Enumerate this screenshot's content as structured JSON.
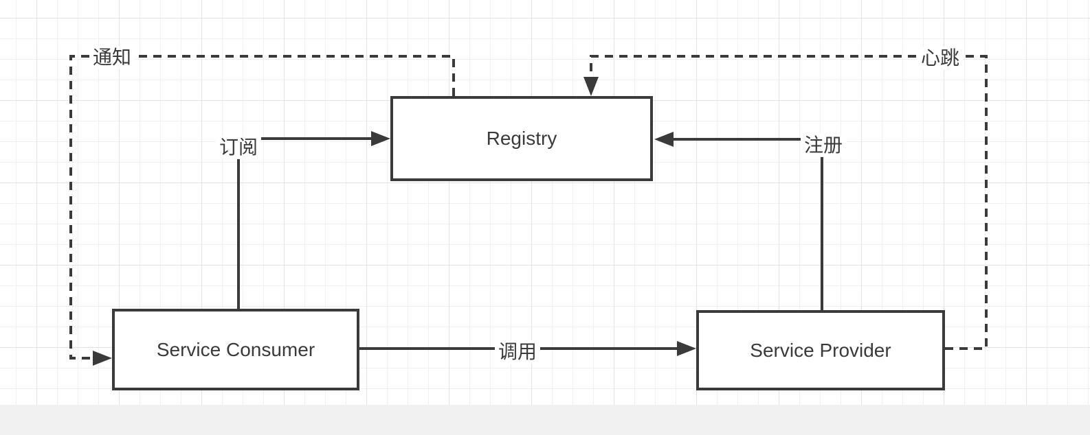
{
  "diagram": {
    "nodes": [
      {
        "id": "registry",
        "label": "Registry"
      },
      {
        "id": "service-consumer",
        "label": "Service Consumer"
      },
      {
        "id": "service-provider",
        "label": "Service Provider"
      }
    ],
    "edges": [
      {
        "id": "subscribe",
        "label": "订阅",
        "from": "service-consumer",
        "to": "registry",
        "line": "solid"
      },
      {
        "id": "register",
        "label": "注册",
        "from": "service-provider",
        "to": "registry",
        "line": "solid"
      },
      {
        "id": "invoke",
        "label": "调用",
        "from": "service-consumer",
        "to": "service-provider",
        "line": "solid"
      },
      {
        "id": "notify",
        "label": "通知",
        "from": "registry",
        "to": "service-consumer",
        "line": "dashed"
      },
      {
        "id": "heartbeat",
        "label": "心跳",
        "from": "service-provider",
        "to": "registry",
        "line": "dashed"
      }
    ],
    "colors": {
      "stroke": "#3a3a3a",
      "node_fill": "#ffffff",
      "canvas_bg": "#ffffff",
      "grid_minor": "#f0f0f0",
      "grid_major": "#e3e3e3",
      "bottom_bar_bg": "#f1f1f2"
    }
  }
}
